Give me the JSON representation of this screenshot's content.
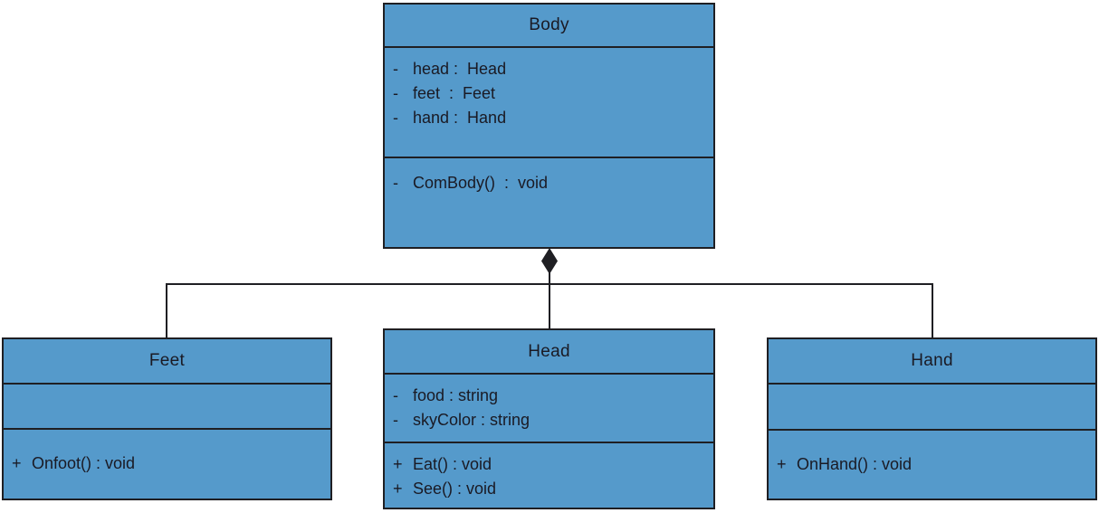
{
  "diagram_type": "uml-class-diagram",
  "colors": {
    "class_fill": "#559ACB",
    "border": "#1F1F23",
    "text": "#1A1A24",
    "connector": "#1F1F23",
    "background": "#FFFFFF"
  },
  "classes": [
    {
      "name": "Body",
      "attributes": [
        {
          "vis": "-",
          "text": "head :  Head"
        },
        {
          "vis": "-",
          "text": "feet  :  Feet"
        },
        {
          "vis": "-",
          "text": "hand :  Hand"
        }
      ],
      "methods": [
        {
          "vis": "-",
          "text": "ComBody()  :  void"
        }
      ]
    },
    {
      "name": "Feet",
      "attributes": [],
      "methods": [
        {
          "vis": "+",
          "text": "Onfoot() : void"
        }
      ]
    },
    {
      "name": "Head",
      "attributes": [
        {
          "vis": "-",
          "text": "food : string"
        },
        {
          "vis": "-",
          "text": "skyColor : string"
        }
      ],
      "methods": [
        {
          "vis": "+",
          "text": "Eat() : void"
        },
        {
          "vis": "+",
          "text": "See() : void"
        }
      ]
    },
    {
      "name": "Hand",
      "attributes": [],
      "methods": [
        {
          "vis": "+",
          "text": "OnHand() : void"
        }
      ]
    }
  ],
  "relationship": {
    "type": "composition",
    "owner": "Body",
    "parts": [
      "Feet",
      "Head",
      "Hand"
    ]
  }
}
